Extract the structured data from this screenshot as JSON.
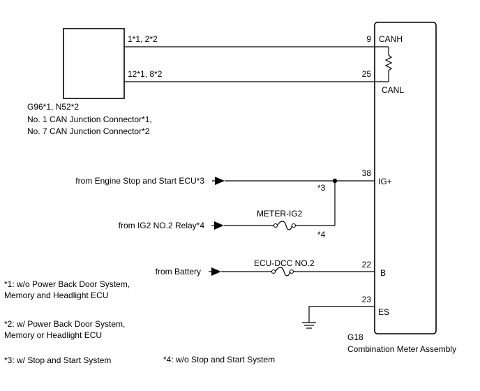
{
  "junction": {
    "pin_top": "1*1, 2*2",
    "pin_bottom": "12*1, 8*2",
    "code": "G96*1, N52*2",
    "name_line1": "No. 1 CAN Junction Connector*1,",
    "name_line2": "No. 7 CAN Junction Connector*2"
  },
  "meter": {
    "code": "G18",
    "name": "Combination Meter Assembly",
    "terminals": {
      "canh": {
        "pin": "9",
        "name": "CANH"
      },
      "canl": {
        "pin": "25",
        "name": "CANL"
      },
      "ig": {
        "pin": "38",
        "name": "IG+"
      },
      "b": {
        "pin": "22",
        "name": "B"
      },
      "es": {
        "pin": "23",
        "name": "ES"
      }
    }
  },
  "sources": {
    "engine_ecu": "from Engine Stop and Start ECU*3",
    "ig2_relay": "from IG2 NO.2 Relay*4",
    "battery": "from Battery"
  },
  "fuses": {
    "meter_ig2": "METER-IG2",
    "ecu_dcc": "ECU-DCC NO.2"
  },
  "wire_marks": {
    "mark3": "*3",
    "mark4": "*4"
  },
  "notes": {
    "n1_line1": "*1: w/o Power Back Door System,",
    "n1_line2": "Memory and Headlight ECU",
    "n2_line1": "*2: w/ Power Back Door System,",
    "n2_line2": "Memory or Headlight ECU",
    "n3": "*3: w/ Stop and Start System",
    "n4": "*4: w/o Stop and Start System"
  }
}
